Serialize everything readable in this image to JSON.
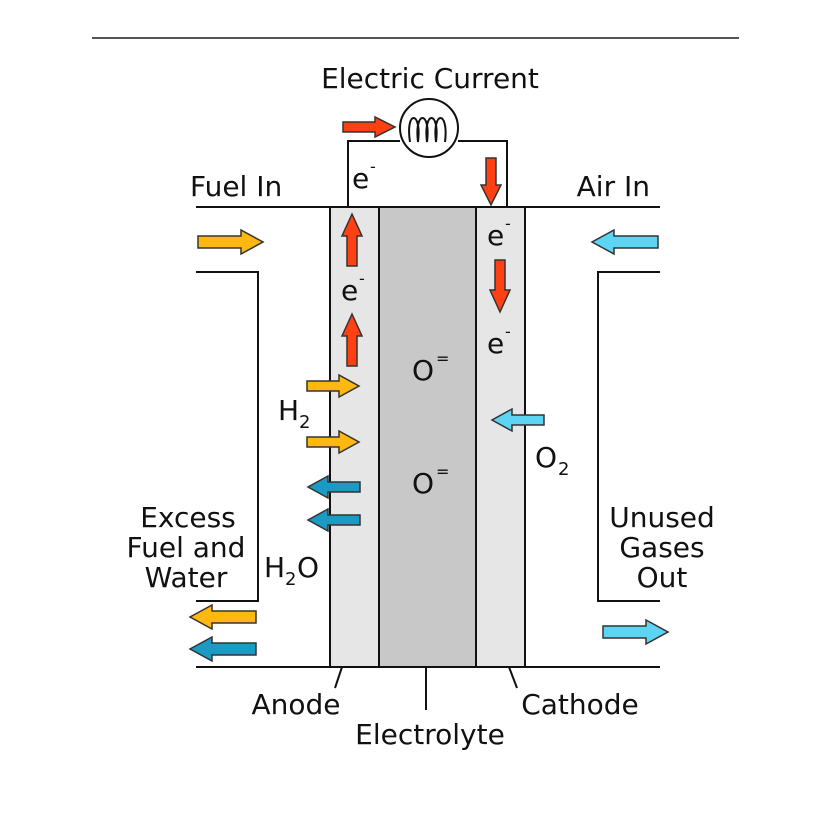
{
  "title": "Electric Current",
  "labels": {
    "fuel_in": "Fuel In",
    "air_in": "Air In",
    "excess": [
      "Excess",
      "Fuel and",
      "Water"
    ],
    "unused": [
      "Unused",
      "Gases",
      "Out"
    ],
    "anode": "Anode",
    "electrolyte": "Electrolyte",
    "cathode": "Cathode"
  },
  "species": {
    "electron": "e",
    "electron_charge": "-",
    "h2_base": "H",
    "h2_sub": "2",
    "h2o_h": "H",
    "h2o_sub": "2",
    "h2o_o": "O",
    "o2_base": "O",
    "o2_sub": "2",
    "oxide_base": "O",
    "oxide_charge": "="
  },
  "colors": {
    "electron_arrow": "#ff4013",
    "fuel_arrow": "#ffb811",
    "water_arrow": "#1b9bc4",
    "air_arrow": "#5dd5f2",
    "anode_fill": "#e6e6e6",
    "electrolyte_fill": "#c8c8c8",
    "cathode_fill": "#e6e6e6",
    "line": "#111111"
  }
}
